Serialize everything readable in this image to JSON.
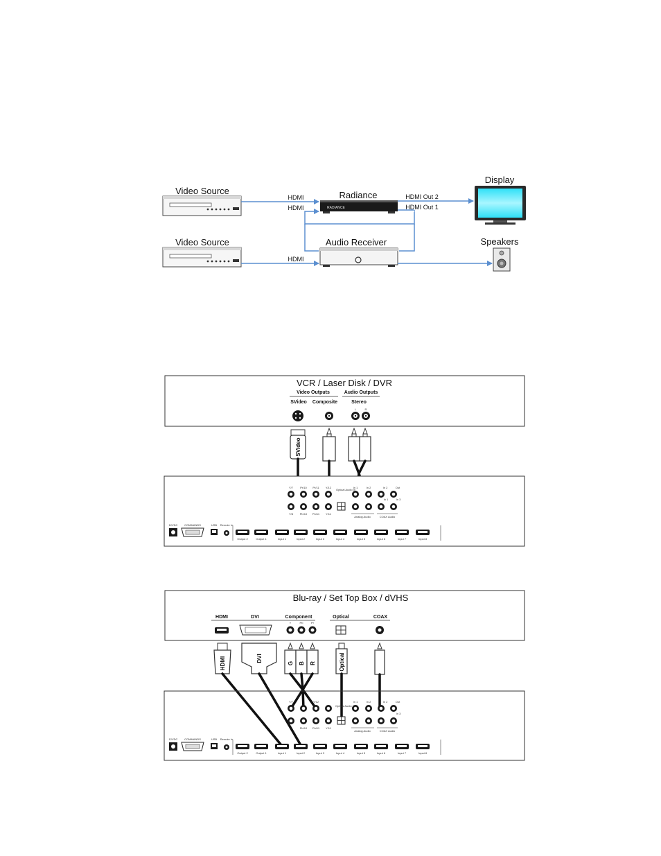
{
  "diagram1": {
    "video_source_1": "Video Source",
    "video_source_2": "Video Source",
    "radiance": "Radiance",
    "audio_receiver": "Audio Receiver",
    "display": "Display",
    "speakers": "Speakers",
    "hdmi_1": "HDMI",
    "hdmi_2": "HDMI",
    "hdmi_3": "HDMI",
    "hdmi_out_2": "HDMI Out 2",
    "hdmi_out_1": "HDMI Out 1",
    "radiance_brand": "RADIANCE",
    "line_color": "#5b8fd0"
  },
  "diagram2": {
    "title": "VCR / Laser Disk / DVR",
    "video_outputs": "Video Outputs",
    "audio_outputs": "Audio Outputs",
    "svideo_label": "SVideo",
    "composite_label": "Composite",
    "stereo_label": "Stereo",
    "l": "L",
    "r": "R",
    "cable_svideo": "SVideo"
  },
  "diagram3": {
    "title": "Blu-ray / Set Top Box / dVHS",
    "hdmi": "HDMI",
    "dvi": "DVI",
    "component": "Component",
    "optical": "Optical",
    "coax": "COAX",
    "y": "Y",
    "pb": "Pb",
    "pr": "Pr",
    "cable_hdmi": "HDMI",
    "cable_dvi": "DVI",
    "cable_g": "G",
    "cable_b": "B",
    "cable_r": "R",
    "cable_optical": "Optical"
  },
  "panel": {
    "top_row": [
      "Y/7",
      "Pr/10",
      "Pr/11",
      "Y/12"
    ],
    "bottom_row": [
      "Y/8",
      "Pb/10",
      "Pb/11",
      "Y/11"
    ],
    "optical_audio_in": "Optical Audio In",
    "analog_audio": "Analog Audio",
    "coax_audio": "COAX Audio",
    "in1": "In 1",
    "in2": "In 2",
    "out": "Out",
    "in3": "In 3",
    "l": "L",
    "r": "R",
    "power": "12VDC",
    "rs232": "COMMANDS",
    "usb": "USB",
    "remote": "Remote In",
    "ports": [
      "Output 2",
      "Output 1",
      "Input 1",
      "Input 2",
      "Input 3",
      "Input 4",
      "Input 5",
      "Input 6",
      "Input 7",
      "Input 8"
    ]
  }
}
